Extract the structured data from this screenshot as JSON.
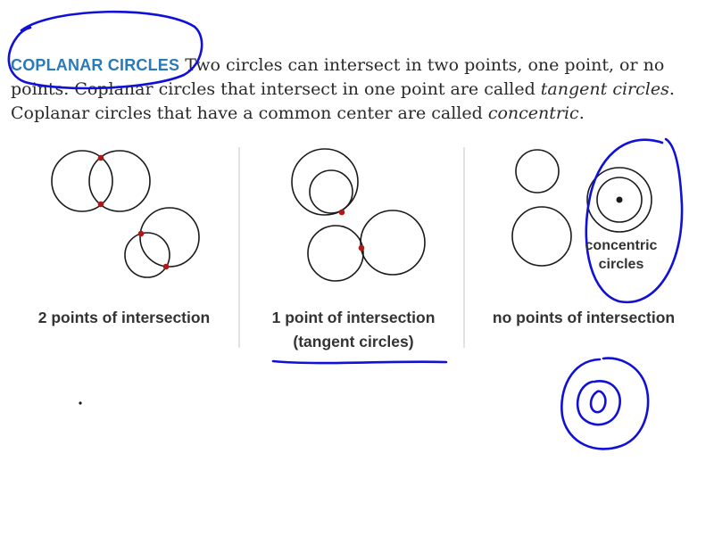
{
  "text": {
    "heading": "COPLANAR CIRCLES",
    "part1": " Two circles can intersect in two points, one point, or no points. Coplanar circles that intersect in one point are called ",
    "tangent": "tangent circles",
    "part2": ". Coplanar circles that have a common center are called ",
    "concentric": "concentric",
    "part3": "."
  },
  "captions": {
    "two": "2 points of intersection",
    "one": "1 point of intersection",
    "one_sub": "(tangent circles)",
    "none": "no points of intersection",
    "concentric_line1": "concentric",
    "concentric_line2": "circles"
  },
  "colors": {
    "ink": "#1a1a1a",
    "points": "#b01818",
    "annotation": "#1010d8",
    "heading": "#2a7ab8"
  }
}
